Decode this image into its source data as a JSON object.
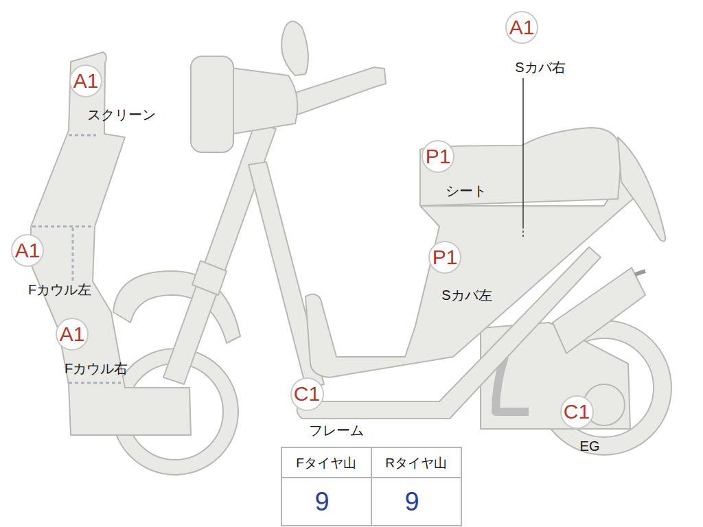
{
  "diagram": {
    "nodes": [
      {
        "text": [
          "A1",
          "Sカバ右"
        ]
      },
      {
        "text": [
          "A1",
          "スクリーン"
        ]
      },
      {
        "text": [
          "P1",
          "シート"
        ]
      },
      {
        "text": [
          "A1",
          "Fカウル左"
        ]
      },
      {
        "text": [
          "P1",
          "Sカバ左"
        ]
      },
      {
        "text": [
          "A1",
          "Fカウル右"
        ]
      },
      {
        "text": [
          "C1",
          "フレーム"
        ]
      },
      {
        "text": [
          "C1",
          "EG"
        ]
      }
    ],
    "labels": [
      "Fタイヤ山",
      "Rタイヤ山",
      "9",
      "9"
    ]
  }
}
